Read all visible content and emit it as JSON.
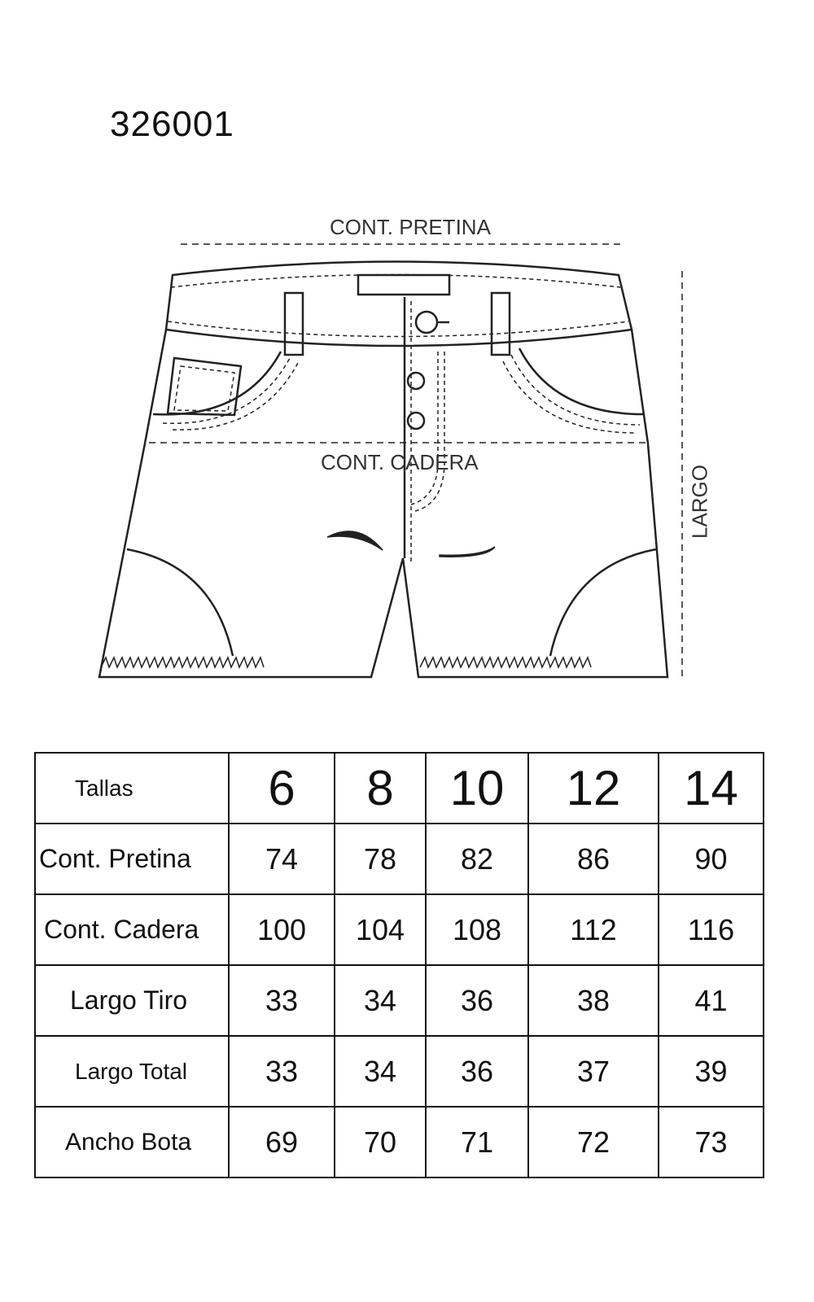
{
  "style_code": "326001",
  "diagram": {
    "label_waist": "CONT. PRETINA",
    "label_hip": "CONT. CADERA",
    "label_length": "LARGO"
  },
  "size_table": {
    "header_label": "Tallas",
    "sizes": [
      "6",
      "8",
      "10",
      "12",
      "14"
    ],
    "rows": [
      {
        "label": "Cont. Pretina",
        "values": [
          "74",
          "78",
          "82",
          "86",
          "90"
        ]
      },
      {
        "label": "Cont. Cadera",
        "values": [
          "100",
          "104",
          "108",
          "112",
          "116"
        ]
      },
      {
        "label": "Largo Tiro",
        "values": [
          "33",
          "34",
          "36",
          "38",
          "41"
        ]
      },
      {
        "label": "Largo Total",
        "values": [
          "33",
          "34",
          "36",
          "37",
          "39"
        ]
      },
      {
        "label": "Ancho Bota",
        "values": [
          "69",
          "70",
          "71",
          "72",
          "73"
        ]
      }
    ]
  }
}
